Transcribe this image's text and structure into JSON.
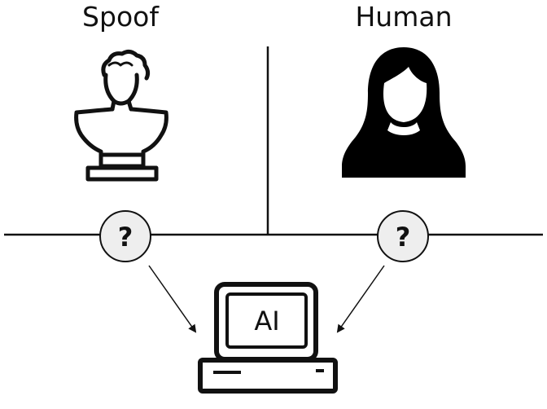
{
  "labels": {
    "left": "Spoof",
    "right": "Human"
  },
  "question_marks": {
    "left": "?",
    "right": "?"
  },
  "computer": {
    "screen_text": "AI"
  },
  "icons": {
    "left_figure": "bust-statue-icon",
    "right_figure": "person-silhouette-icon",
    "bottom_device": "computer-terminal-icon"
  },
  "colors": {
    "line": "#111111",
    "question_circle_fill": "#eeeeee",
    "silhouette": "#000000"
  }
}
